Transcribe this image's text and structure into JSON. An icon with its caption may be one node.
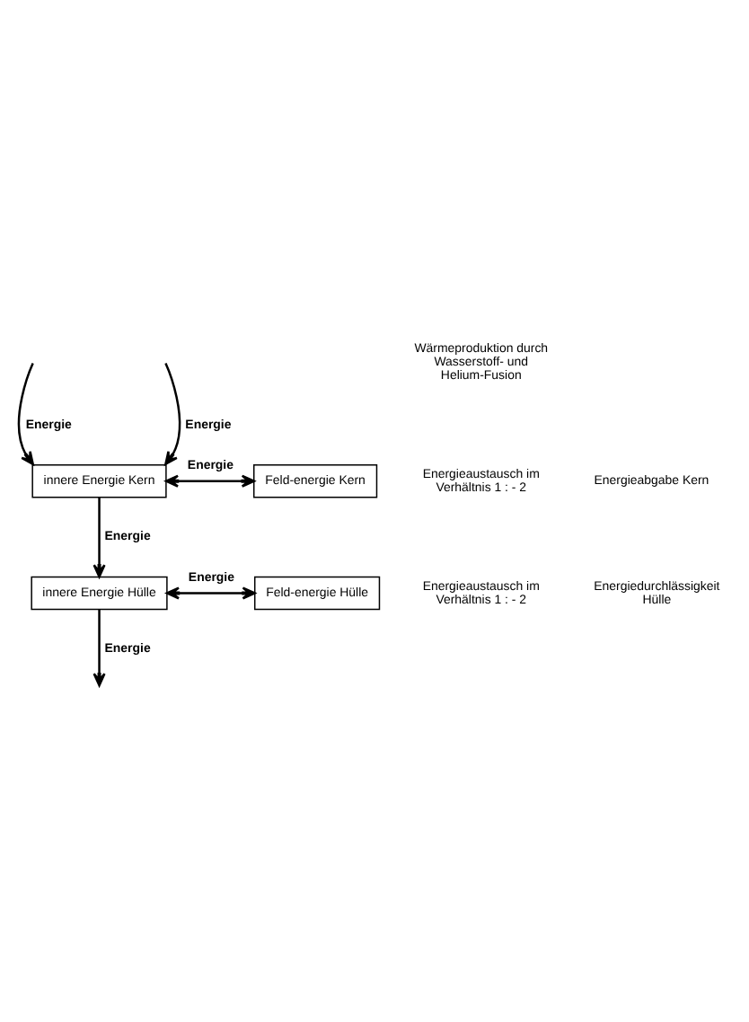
{
  "diagram": {
    "nodes": [
      {
        "text": [
          "innere Energie Kern"
        ]
      },
      {
        "text": [
          "Feld-energie Kern"
        ]
      },
      {
        "text": [
          "innere Energie Hülle"
        ]
      },
      {
        "text": [
          "Feld-energie Hülle"
        ]
      }
    ],
    "edges": [
      {
        "from": null,
        "to": 0,
        "arrow": "to",
        "label": "Energie"
      },
      {
        "from": null,
        "to": 0,
        "arrow": "to",
        "label": "Energie"
      },
      {
        "from": 0,
        "to": 1,
        "arrow": "both",
        "label": "Energie"
      },
      {
        "from": 0,
        "to": 2,
        "arrow": "to",
        "label": "Energie"
      },
      {
        "from": 2,
        "to": 3,
        "arrow": "both",
        "label": "Energie"
      },
      {
        "from": 2,
        "to": null,
        "arrow": "to",
        "label": "Energie"
      }
    ],
    "labels": [
      "Wärmeproduktion durch Wasserstoff- und Helium-Fusion",
      "Energieaustausch im Verhältnis 1 : - 2",
      "Energieabgabe Kern",
      "Energieaustausch im Verhältnis 1 : - 2",
      "Energiedurchlässigkeit Hülle"
    ]
  }
}
